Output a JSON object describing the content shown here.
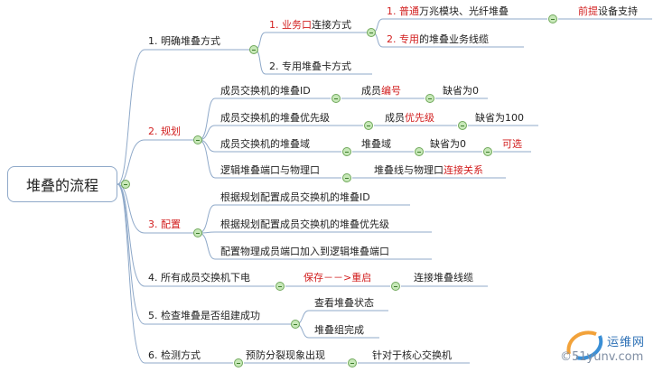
{
  "root": {
    "label": "堆叠的流程"
  },
  "branch1": {
    "label": "1. 明确堆叠方式",
    "child1": {
      "num": "1. ",
      "label_hl": "业务口",
      "label_rest": "连接方式"
    },
    "child1_sub1": {
      "num": "1. ",
      "hl": "普通",
      "rest": "万兆模块、光纤堆叠"
    },
    "child1_sub1_next": {
      "hl": "前提",
      "rest": "设备支持"
    },
    "child1_sub2": {
      "num": "2. ",
      "hl": "专用",
      "rest": "的堆叠业务线缆"
    },
    "child2": {
      "label": "2. 专用堆叠卡方式"
    }
  },
  "branch2": {
    "label": "2. 规划",
    "items": [
      {
        "a": "成员交换机的堆叠ID",
        "b_plain": "成员",
        "b_hl": "编号",
        "c": "缺省为0"
      },
      {
        "a": "成员交换机的堆叠优先级",
        "b_plain": "成员",
        "b_hl": "优先级",
        "c": "缺省为100"
      },
      {
        "a": "成员交换机的堆叠域",
        "b_plain": "堆叠域",
        "b_hl": "",
        "c": "缺省为0",
        "d": "可选"
      },
      {
        "a": "逻辑堆叠端口与物理口",
        "b_plain": "堆叠线与物理口",
        "b_hl": "连接关系"
      }
    ]
  },
  "branch3": {
    "label": "3. 配置",
    "items": [
      "根据规划配置成员交换机的堆叠ID",
      "根据规划配置成员交换机的堆叠优先级",
      "配置物理成员端口加入到逻辑堆叠端口"
    ]
  },
  "branch4": {
    "label": "4. 所有成员交换机下电",
    "next": "保存－－>重启",
    "next2": "连接堆叠线缆"
  },
  "branch5": {
    "label": "5. 检查堆叠是否组建成功",
    "items": [
      "查看堆叠状态",
      "堆叠组完成"
    ]
  },
  "branch6": {
    "label": "6. 检测方式",
    "next": "预防分裂现象出现",
    "next2": "针对于核心交换机"
  },
  "watermark": {
    "cn": "运维网",
    "en": "©51yunv.com"
  },
  "colors": {
    "wire": "#8fa9c9",
    "accent": "#d21f1f",
    "toggle": "#c7e8b8"
  }
}
